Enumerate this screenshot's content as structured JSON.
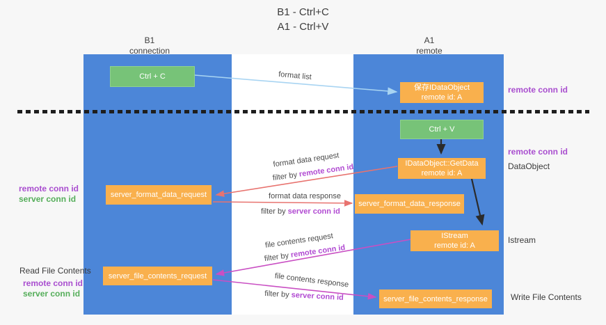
{
  "title": {
    "line1": "B1 - Ctrl+C",
    "line2": "A1 - Ctrl+V"
  },
  "lifelines": {
    "left": {
      "name": "B1",
      "role": "connection"
    },
    "right": {
      "name": "A1",
      "role": "remote"
    }
  },
  "nodes": {
    "ctrl_c": "Ctrl + C",
    "ctrl_v": "Ctrl + V",
    "save_idataobject": {
      "line1": "保存IDataObject",
      "line2": "remote id: A"
    },
    "idataobject_getdata": {
      "line1": "IDataObject::GetData",
      "line2": "remote id: A"
    },
    "istream_node": {
      "line1": "IStream",
      "line2": "remote id: A"
    },
    "server_format_data_request": "server_format_data_request",
    "server_format_data_response": "server_format_data_response",
    "server_file_contents_request": "server_file_contents_request",
    "server_file_contents_response": "server_file_contents_response"
  },
  "labels": {
    "format_list": "format list",
    "format_data_request": "format data request",
    "format_data_response": "format data response",
    "file_contents_request": "file contents request",
    "file_contents_response": "file contents response",
    "filter_prefix": "filter by",
    "remote_conn_id": "remote conn id",
    "server_conn_id": "server conn id",
    "dataobject": "DataObject",
    "istream": "Istream",
    "read_file_contents": "Read File Contents",
    "write_file_contents": "Write File Contents"
  },
  "colors": {
    "lifeline_blue": "#4c86d8",
    "node_green": "#77c378",
    "node_orange": "#f9b04d",
    "remote_purple": "#a94ecf",
    "server_green": "#55ae5a",
    "arrow_red": "#e8736f",
    "arrow_magenta": "#c94fc3",
    "arrow_lightblue": "#a8d4f2",
    "arrow_black": "#2b2b2b"
  }
}
